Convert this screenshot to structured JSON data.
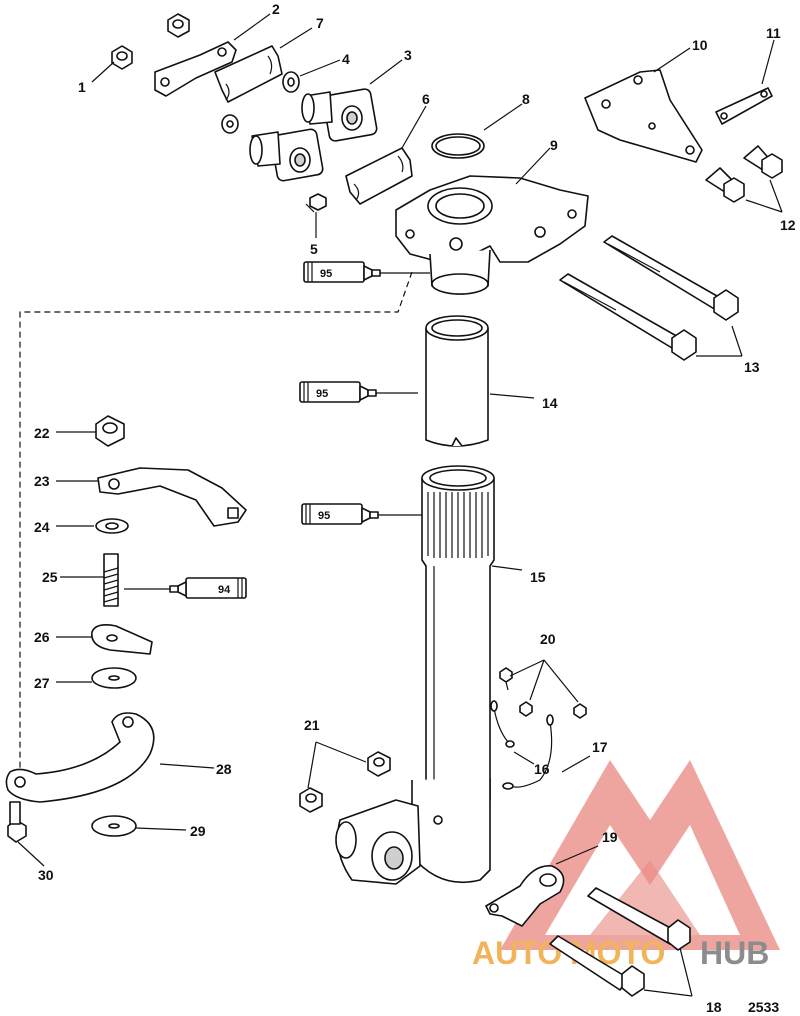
{
  "figure_number": "2533",
  "watermark": {
    "part1": "AUTO",
    "part2": "MOTO",
    "part3": "HUB",
    "color_primary": "#e5736a",
    "color_secondary": "#f2b45a",
    "color_dark": "#8c8c8c"
  },
  "sealant_tubes": [
    {
      "id": "tube-95-a",
      "label": "95"
    },
    {
      "id": "tube-95-b",
      "label": "95"
    },
    {
      "id": "tube-95-c",
      "label": "95"
    },
    {
      "id": "tube-94",
      "label": "94"
    }
  ],
  "callouts": [
    {
      "n": "1"
    },
    {
      "n": "2"
    },
    {
      "n": "3"
    },
    {
      "n": "4"
    },
    {
      "n": "5"
    },
    {
      "n": "6"
    },
    {
      "n": "7"
    },
    {
      "n": "8"
    },
    {
      "n": "9"
    },
    {
      "n": "10"
    },
    {
      "n": "11"
    },
    {
      "n": "12"
    },
    {
      "n": "13"
    },
    {
      "n": "14"
    },
    {
      "n": "15"
    },
    {
      "n": "16"
    },
    {
      "n": "17"
    },
    {
      "n": "18"
    },
    {
      "n": "19"
    },
    {
      "n": "20"
    },
    {
      "n": "21"
    },
    {
      "n": "22"
    },
    {
      "n": "23"
    },
    {
      "n": "24"
    },
    {
      "n": "25"
    },
    {
      "n": "26"
    },
    {
      "n": "27"
    },
    {
      "n": "28"
    },
    {
      "n": "29"
    },
    {
      "n": "30"
    }
  ]
}
